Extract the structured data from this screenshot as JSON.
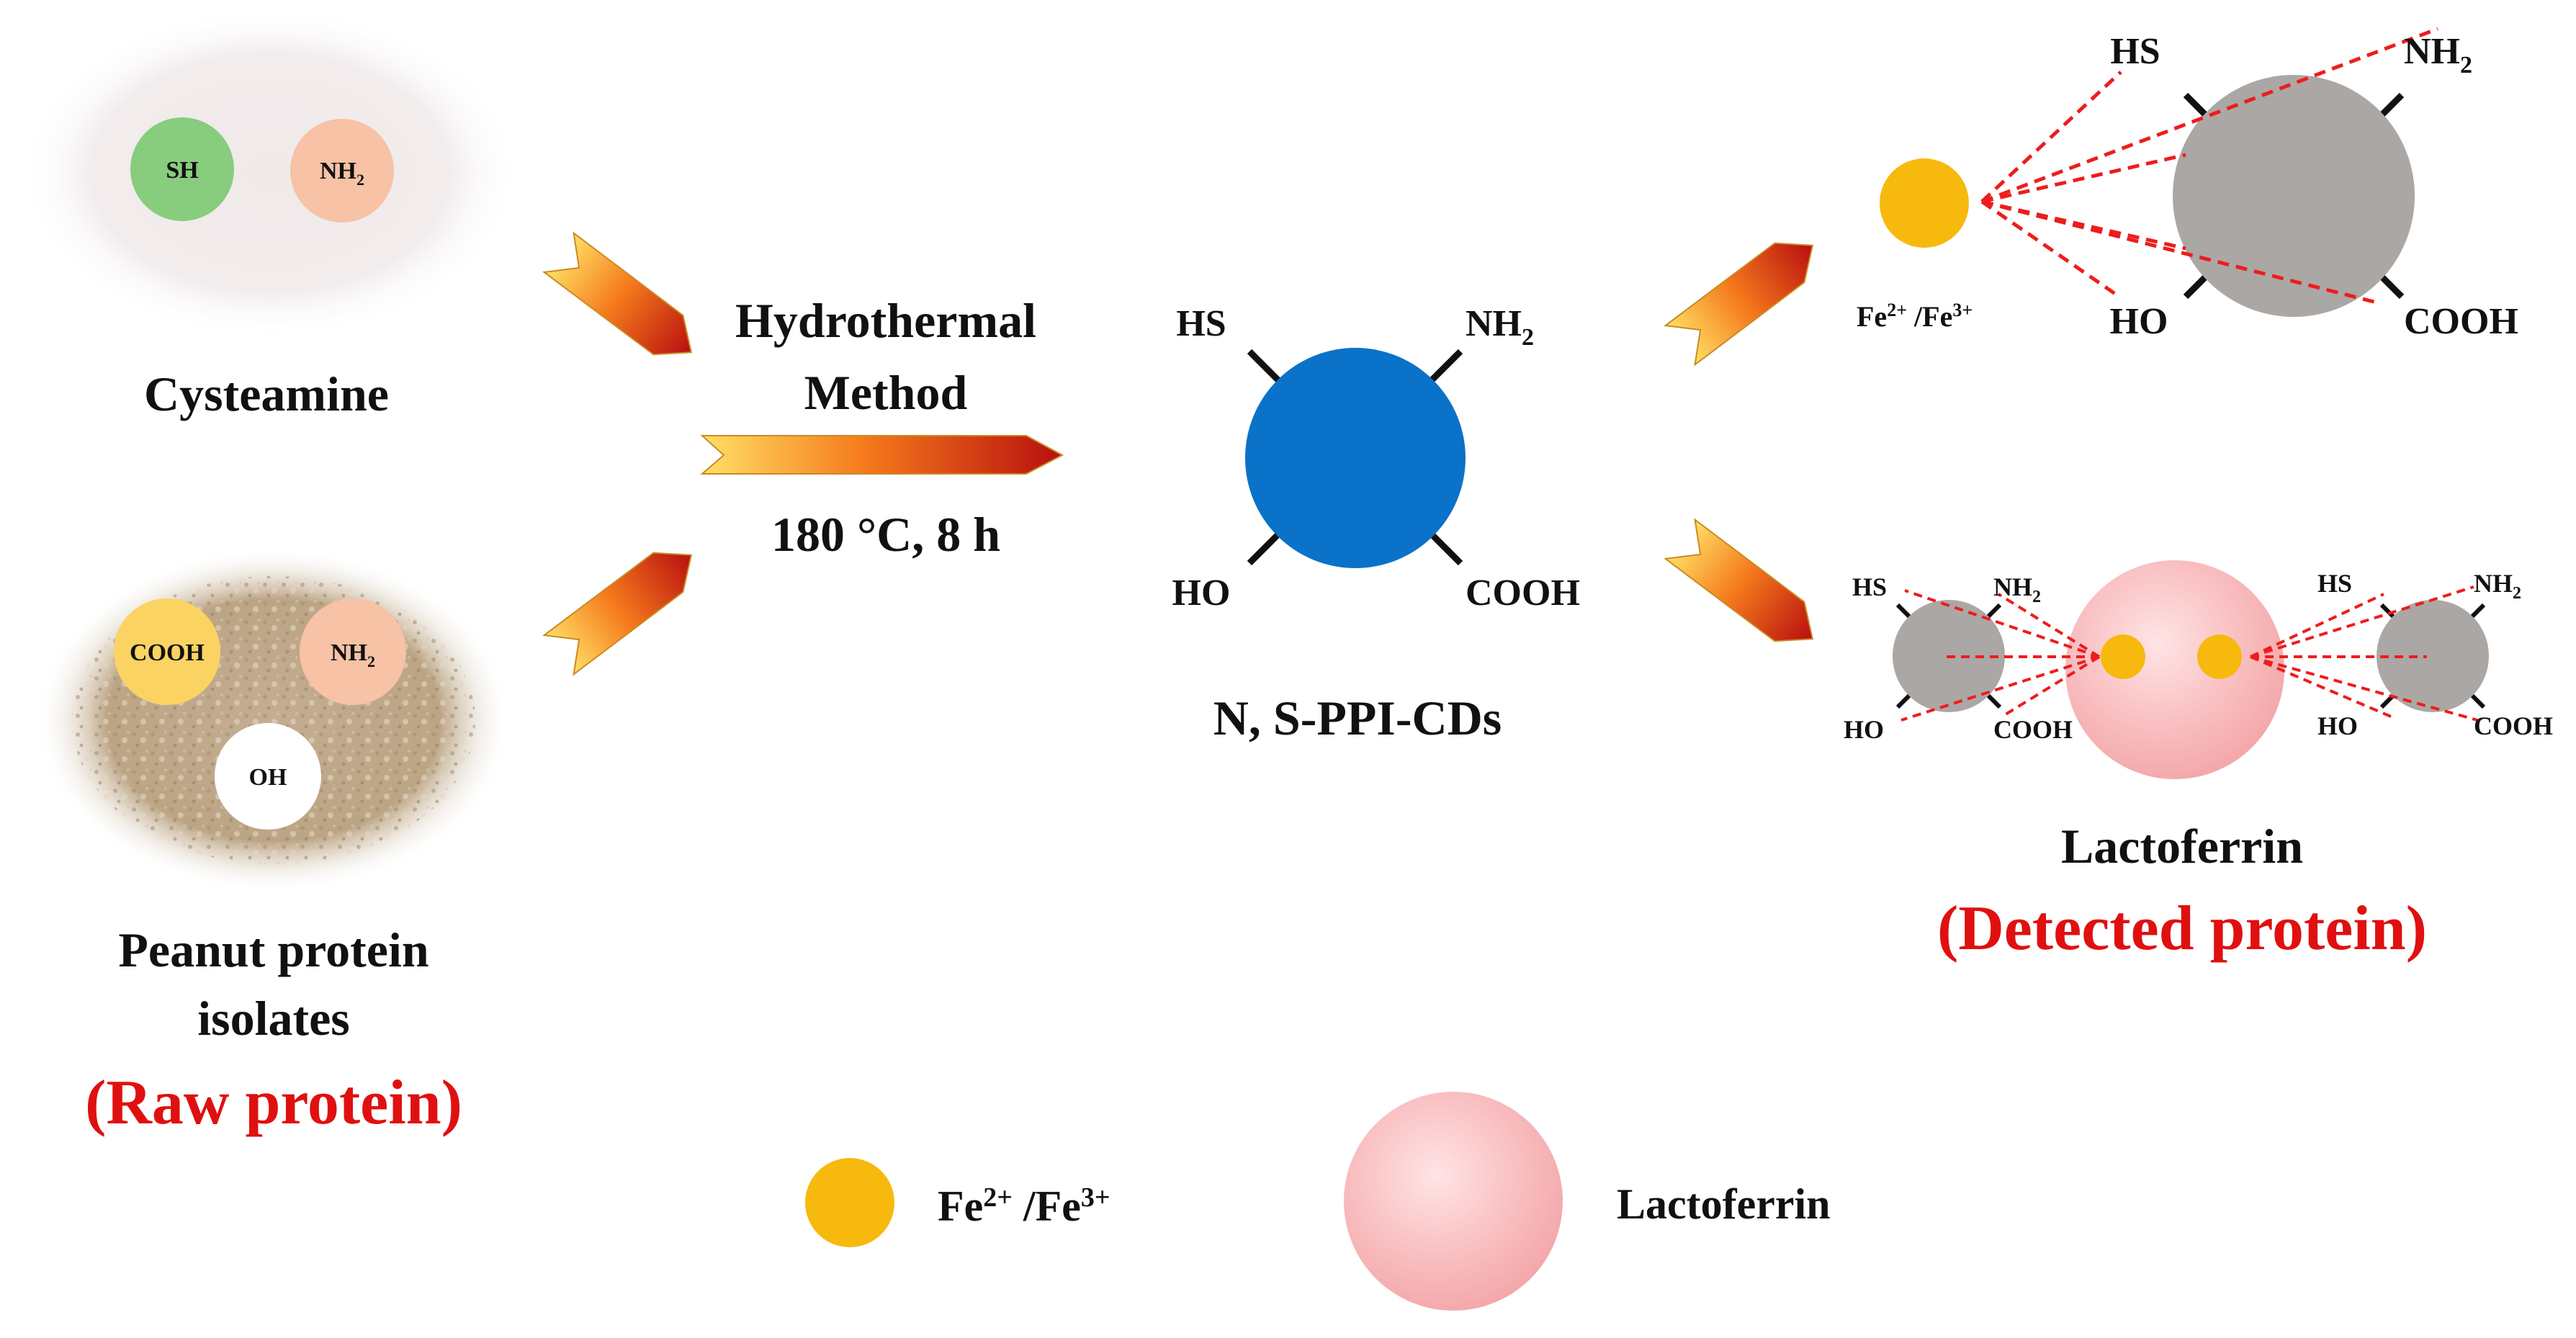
{
  "raw_materials": {
    "cysteamine": {
      "label": "Cysteamine",
      "groups": {
        "sh": "SH",
        "nh2_base": "NH",
        "nh2_sub": "2"
      }
    },
    "peanut": {
      "label_line1": "Peanut protein",
      "label_line2": "isolates",
      "tag": "(Raw protein)",
      "groups": {
        "cooh": "COOH",
        "nh2_base": "NH",
        "nh2_sub": "2",
        "oh": "OH"
      }
    }
  },
  "process": {
    "title_line1": "Hydrothermal",
    "title_line2": "Method",
    "conditions": "180 °C, 8 h"
  },
  "product": {
    "label": "N, S-PPI-CDs",
    "groups": {
      "hs": "HS",
      "nh2_base": "NH",
      "nh2_sub": "2",
      "ho": "HO",
      "cooh": "COOH"
    }
  },
  "iron_interaction": {
    "ion_base": "Fe",
    "ion_sup1": "2+",
    "ion_sep": " /Fe",
    "ion_sup2": "3+",
    "groups": {
      "hs": "HS",
      "nh2_base": "NH",
      "nh2_sub": "2",
      "ho": "HO",
      "cooh": "COOH"
    }
  },
  "lactoferrin_detection": {
    "label": "Lactoferrin",
    "tag": "(Detected protein)",
    "groups": {
      "hs": "HS",
      "nh2_base": "NH",
      "nh2_sub": "2",
      "ho": "HO",
      "cooh": "COOH"
    }
  },
  "legend": {
    "ion_base": "Fe",
    "ion_sup1": "2+",
    "ion_sep": " /Fe",
    "ion_sup2": "3+",
    "lactoferrin": "Lactoferrin"
  },
  "colors": {
    "carbon_dot": "#0a72c8",
    "quenched_dot": "#aba7a5",
    "iron": "#f7b90e",
    "lactoferrin": "#f9b7b9",
    "sh_group": "#88cc7e",
    "nh2_group": "#f7c2a5",
    "cooh_group": "#fbd363",
    "highlight_red": "#e01010",
    "interaction_line": "#ee1c1c"
  }
}
